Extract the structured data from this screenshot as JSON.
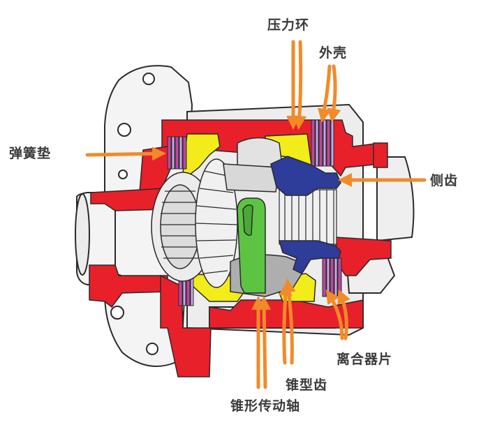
{
  "labels": {
    "pressure_ring": "压力环",
    "housing": "外壳",
    "spring_washer": "弹簧垫",
    "side_gear": "侧齿",
    "clutch_plates": "离合器片",
    "bevel_gear": "锥型齿",
    "pinion_shaft": "锥形传动轴"
  },
  "colors": {
    "housing": "#e8202a",
    "pressure_ring": "#f2ec1a",
    "side_gear": "#2e3c9a",
    "pinion_shaft": "#5cc442",
    "clutch_plate": "#b84a9c",
    "arrow": "#f28a2a",
    "outline": "#2a2a2a",
    "text": "#3a3a3a"
  }
}
